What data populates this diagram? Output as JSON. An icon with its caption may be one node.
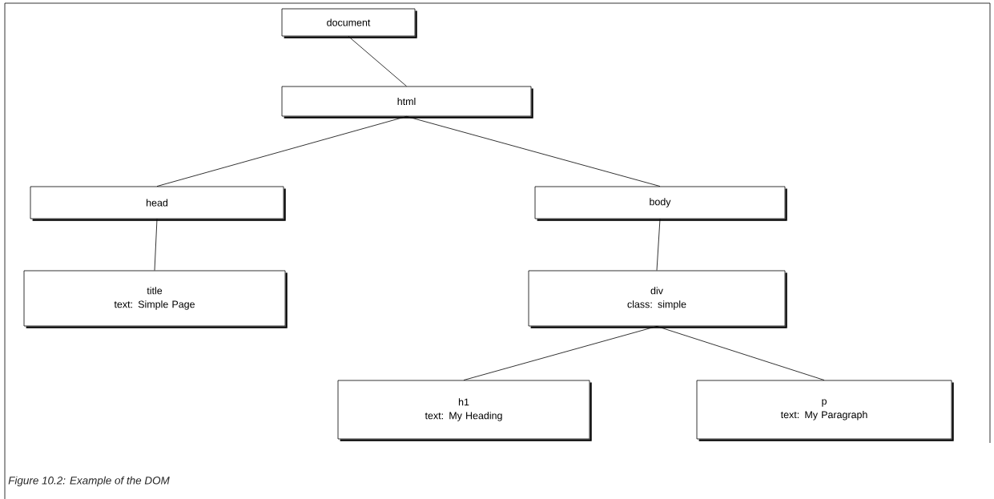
{
  "diagram": {
    "caption": "Figure 10.2: Example of the DOM",
    "nodes": [
      {
        "text": [
          "document"
        ]
      },
      {
        "text": [
          "html"
        ]
      },
      {
        "text": [
          "head"
        ]
      },
      {
        "text": [
          "body"
        ]
      },
      {
        "text": [
          "title",
          "text: Simple Page"
        ]
      },
      {
        "text": [
          "div",
          "class: simple"
        ]
      },
      {
        "text": [
          "h1",
          "text: My Heading"
        ]
      },
      {
        "text": [
          "p",
          "text: My Paragraph"
        ]
      }
    ],
    "edges": [
      {
        "from": 0,
        "to": 1,
        "arrow": "none"
      },
      {
        "from": 1,
        "to": 2,
        "arrow": "none"
      },
      {
        "from": 1,
        "to": 3,
        "arrow": "none"
      },
      {
        "from": 2,
        "to": 4,
        "arrow": "none"
      },
      {
        "from": 3,
        "to": 5,
        "arrow": "none"
      },
      {
        "from": 5,
        "to": 6,
        "arrow": "none"
      },
      {
        "from": 5,
        "to": 7,
        "arrow": "none"
      }
    ]
  }
}
